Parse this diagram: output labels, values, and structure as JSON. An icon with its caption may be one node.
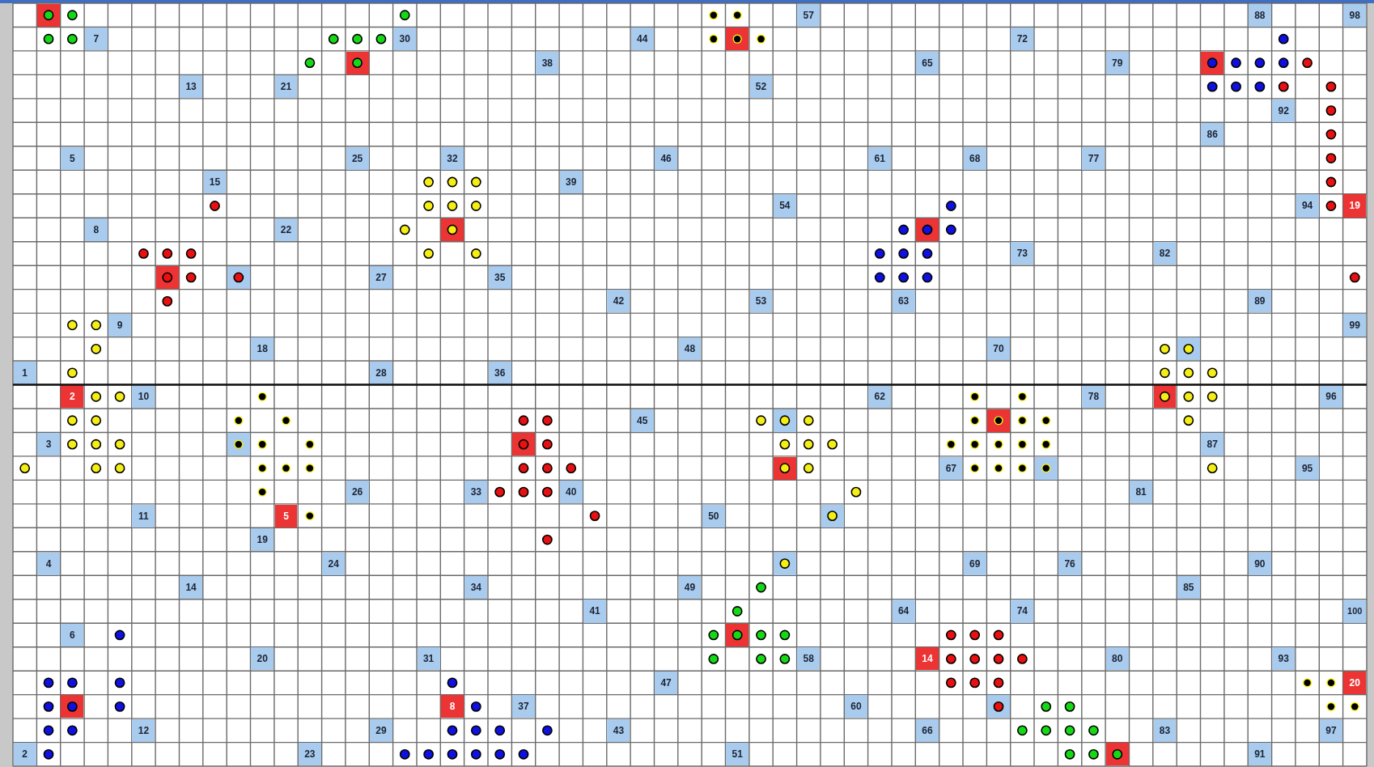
{
  "diagram": {
    "nodes": [
      {
        "text": [],
        "shape": "box"
      },
      {
        "text": [
          "57"
        ]
      },
      {
        "text": [
          "88"
        ]
      },
      {
        "text": [
          "98"
        ]
      },
      {
        "text": [
          "7"
        ]
      },
      {
        "text": [
          "30"
        ]
      },
      {
        "text": [
          "44"
        ]
      },
      {
        "text": [],
        "shape": "box"
      },
      {
        "text": [
          "72"
        ]
      },
      {
        "text": [],
        "shape": "box"
      },
      {
        "text": [
          "38"
        ]
      },
      {
        "text": [
          "65"
        ]
      },
      {
        "text": [
          "79"
        ]
      },
      {
        "text": [],
        "shape": "box"
      },
      {
        "text": [
          "13"
        ]
      },
      {
        "text": [
          "21"
        ]
      },
      {
        "text": [
          "52"
        ]
      },
      {
        "text": [
          "92"
        ]
      },
      {
        "text": [
          "86"
        ]
      },
      {
        "text": [
          "5"
        ]
      },
      {
        "text": [
          "25"
        ]
      },
      {
        "text": [
          "32"
        ]
      },
      {
        "text": [
          "46"
        ]
      },
      {
        "text": [
          "61"
        ]
      },
      {
        "text": [
          "68"
        ]
      },
      {
        "text": [
          "77"
        ]
      },
      {
        "text": [
          "15"
        ]
      },
      {
        "text": [
          "39"
        ]
      },
      {
        "text": [
          "54"
        ]
      },
      {
        "text": [
          "94"
        ]
      },
      {
        "text": [
          "19"
        ]
      },
      {
        "text": [
          "8"
        ]
      },
      {
        "text": [
          "22"
        ]
      },
      {
        "text": [],
        "shape": "box"
      },
      {
        "text": [],
        "shape": "box"
      },
      {
        "text": [
          "73"
        ]
      },
      {
        "text": [
          "82"
        ]
      },
      {
        "text": [],
        "shape": "box"
      },
      {
        "text": [],
        "shape": "box"
      },
      {
        "text": [
          "27"
        ]
      },
      {
        "text": [
          "35"
        ]
      },
      {
        "text": [
          "42"
        ]
      },
      {
        "text": [
          "53"
        ]
      },
      {
        "text": [
          "63"
        ]
      },
      {
        "text": [
          "89"
        ]
      },
      {
        "text": [
          "9"
        ]
      },
      {
        "text": [
          "99"
        ]
      },
      {
        "text": [
          "18"
        ]
      },
      {
        "text": [
          "48"
        ]
      },
      {
        "text": [
          "70"
        ]
      },
      {
        "text": [],
        "shape": "box"
      },
      {
        "text": [
          "1"
        ]
      },
      {
        "text": [
          "28"
        ]
      },
      {
        "text": [
          "36"
        ]
      },
      {
        "text": [
          "2"
        ]
      },
      {
        "text": [
          "10"
        ]
      },
      {
        "text": [
          "62"
        ]
      },
      {
        "text": [
          "78"
        ]
      },
      {
        "text": [],
        "shape": "box"
      },
      {
        "text": [
          "96"
        ]
      },
      {
        "text": [
          "45"
        ]
      },
      {
        "text": [],
        "shape": "box"
      },
      {
        "text": [],
        "shape": "box"
      },
      {
        "text": [
          "3"
        ]
      },
      {
        "text": [],
        "shape": "box"
      },
      {
        "text": [],
        "shape": "box"
      },
      {
        "text": [
          "87"
        ]
      },
      {
        "text": [],
        "shape": "box"
      },
      {
        "text": [
          "67"
        ]
      },
      {
        "text": [],
        "shape": "box"
      },
      {
        "text": [
          "95"
        ]
      },
      {
        "text": [
          "26"
        ]
      },
      {
        "text": [
          "33"
        ]
      },
      {
        "text": [
          "40"
        ]
      },
      {
        "text": [
          "81"
        ]
      },
      {
        "text": [
          "11"
        ]
      },
      {
        "text": [
          "5"
        ]
      },
      {
        "text": [
          "50"
        ]
      },
      {
        "text": [],
        "shape": "box"
      },
      {
        "text": [
          "19"
        ]
      },
      {
        "text": [
          "4"
        ]
      },
      {
        "text": [
          "24"
        ]
      },
      {
        "text": [],
        "shape": "box"
      },
      {
        "text": [
          "69"
        ]
      },
      {
        "text": [
          "76"
        ]
      },
      {
        "text": [
          "90"
        ]
      },
      {
        "text": [
          "14"
        ]
      },
      {
        "text": [
          "34"
        ]
      },
      {
        "text": [
          "49"
        ]
      },
      {
        "text": [
          "85"
        ]
      },
      {
        "text": [
          "41"
        ]
      },
      {
        "text": [
          "64"
        ]
      },
      {
        "text": [
          "74"
        ]
      },
      {
        "text": [
          "100"
        ]
      },
      {
        "text": [
          "6"
        ]
      },
      {
        "text": [],
        "shape": "box"
      },
      {
        "text": [
          "20"
        ]
      },
      {
        "text": [
          "31"
        ]
      },
      {
        "text": [
          "58"
        ]
      },
      {
        "text": [
          "14"
        ]
      },
      {
        "text": [
          "80"
        ]
      },
      {
        "text": [
          "93"
        ]
      },
      {
        "text": [
          "47"
        ]
      },
      {
        "text": [
          "20"
        ]
      },
      {
        "text": [],
        "shape": "box"
      },
      {
        "text": [
          "8"
        ]
      },
      {
        "text": [
          "37"
        ]
      },
      {
        "text": [
          "60"
        ]
      },
      {
        "text": [],
        "shape": "box"
      },
      {
        "text": [
          "12"
        ]
      },
      {
        "text": [
          "29"
        ]
      },
      {
        "text": [
          "43"
        ]
      },
      {
        "text": [
          "66"
        ]
      },
      {
        "text": [
          "83"
        ]
      },
      {
        "text": [
          "97"
        ]
      },
      {
        "text": [
          "2"
        ]
      },
      {
        "text": [
          "23"
        ]
      },
      {
        "text": [
          "51"
        ]
      },
      {
        "text": [],
        "shape": "box"
      },
      {
        "text": [
          "91"
        ]
      }
    ]
  }
}
